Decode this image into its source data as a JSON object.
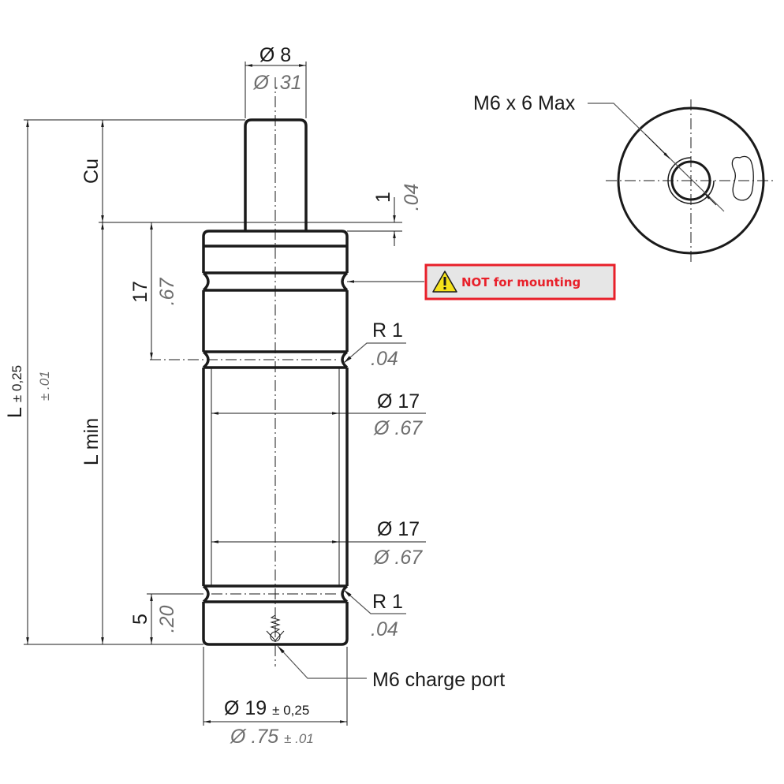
{
  "dimensions": {
    "pin_dia_mm": "Ø 8",
    "pin_dia_in": "Ø .31",
    "stroke": "Cu",
    "offset_mm": "1",
    "offset_in": ".04",
    "groove_pos_mm": "17",
    "groove_pos_in": ".67",
    "length_mm": "L",
    "length_tol_mm": "± 0,25",
    "length_tol_in": "± .01",
    "lmin": "L min",
    "radius_top_mm": "R 1",
    "radius_top_in": ".04",
    "body_dia1_mm": "Ø 17",
    "body_dia1_in": "Ø .67",
    "body_dia2_mm": "Ø 17",
    "body_dia2_in": "Ø .67",
    "radius_bottom_mm": "R 1",
    "radius_bottom_in": ".04",
    "base_mm": "5",
    "base_in": ".20",
    "outer_dia_mm": "Ø 19",
    "outer_dia_tol_mm": "± 0,25",
    "outer_dia_in": "Ø .75",
    "outer_dia_tol_in": "± .01"
  },
  "callouts": {
    "thread": "M6 x 6 Max",
    "charge_port": "M6 charge port",
    "warning": "NOT for mounting"
  },
  "colors": {
    "warning_border": "#e8202a",
    "warning_fill": "#e6e6e6",
    "warning_icon": "#f5e21b"
  }
}
